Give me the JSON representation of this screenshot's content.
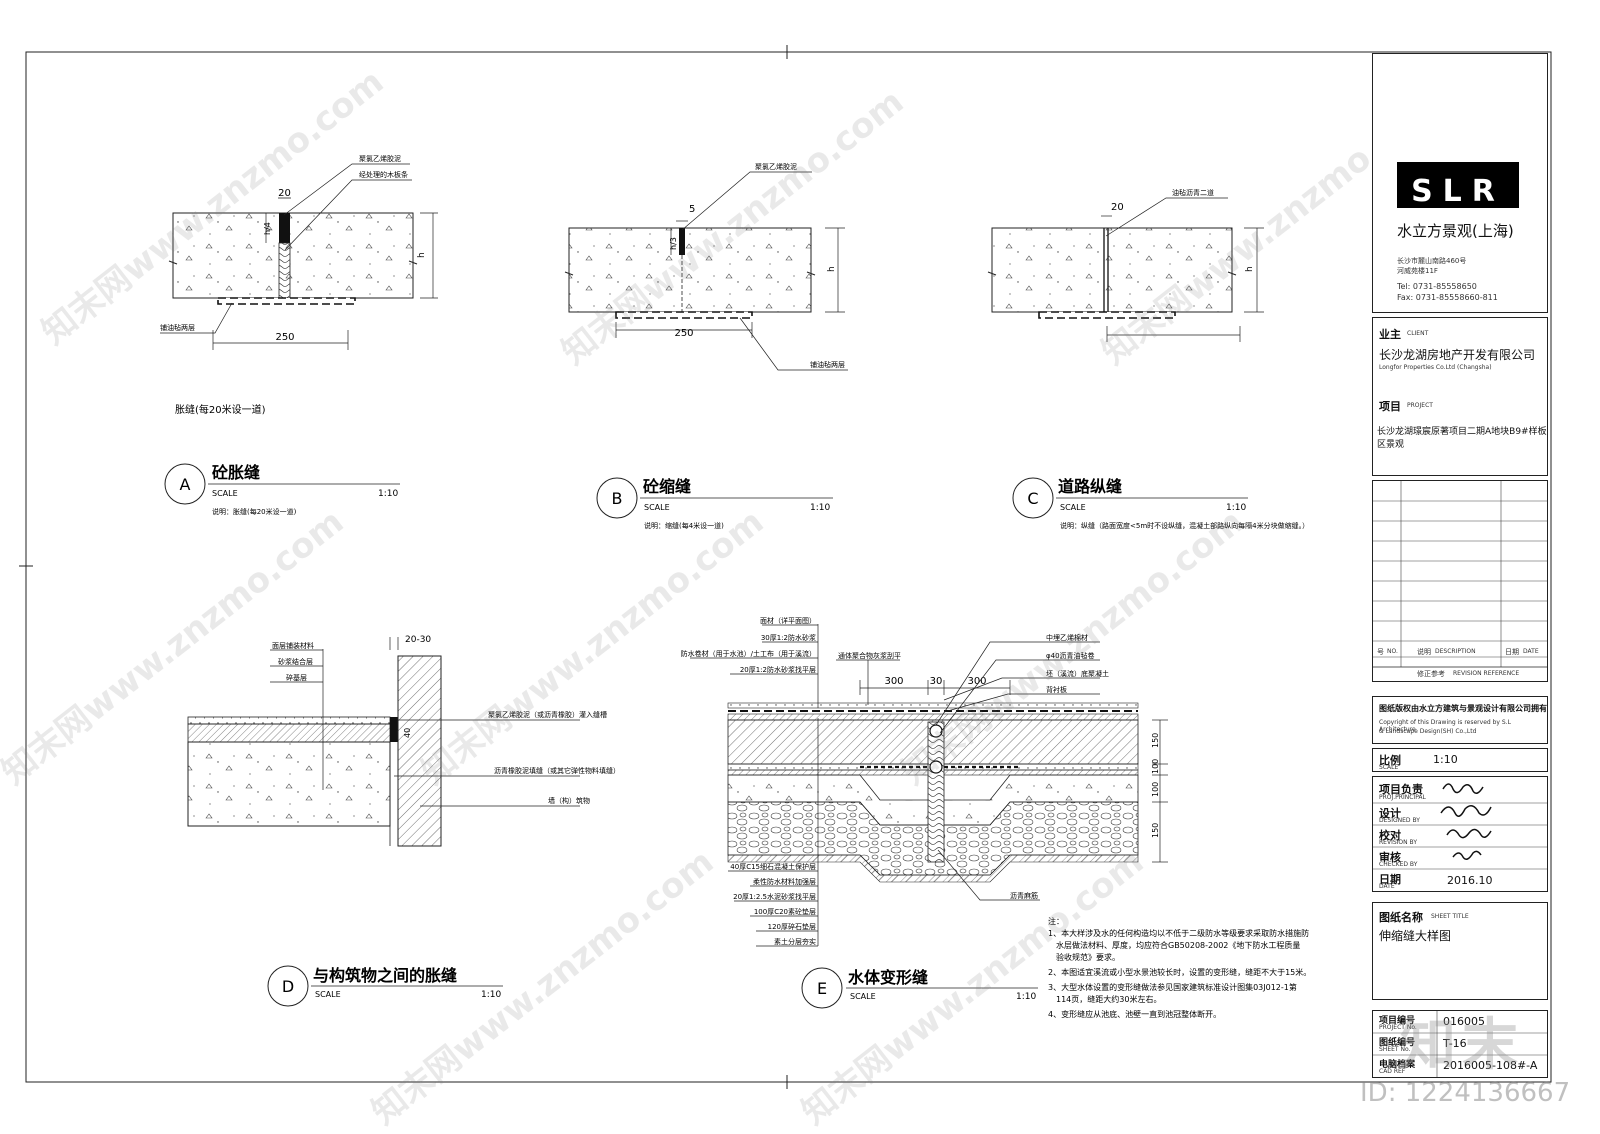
{
  "details": {
    "A": {
      "letter": "A",
      "title": "砼胀缝",
      "scale_word": "SCALE",
      "scale": "1:10",
      "note": "说明：胀缝(每20米设一道)",
      "sub": "胀缝(每20米设一道)",
      "dims": {
        "w": "20",
        "ratio": "h/4",
        "base": "250",
        "h": "h"
      },
      "callouts": [
        "聚氯乙烯胶泥",
        "经处理的木板条",
        "铺油毡两层"
      ]
    },
    "B": {
      "letter": "B",
      "title": "砼缩缝",
      "scale_word": "SCALE",
      "scale": "1:10",
      "note": "说明：缩缝(每4米设一道)",
      "dims": {
        "w": "5",
        "ratio": "h/3",
        "base": "250",
        "h": "h"
      },
      "callouts": [
        "聚氯乙烯胶泥",
        "铺油毡两层"
      ]
    },
    "C": {
      "letter": "C",
      "title": "道路纵缝",
      "scale_word": "SCALE",
      "scale": "1:10",
      "note": "说明：纵缝（路面宽度<5m时不设纵缝，混凝土部路纵向每隔4米分块做缩缝。）",
      "dims": {
        "w": "20",
        "h": "h"
      },
      "callouts": [
        "油毡沥青二道"
      ]
    },
    "D": {
      "letter": "D",
      "title": "与构筑物之间的胀缝",
      "scale_word": "SCALE",
      "scale": "1:10",
      "dims": {
        "gap": "20-30",
        "depth": "40"
      },
      "callouts": [
        "面层铺装材料",
        "砂浆结合层",
        "碎基层",
        "聚氯乙烯胶泥（或沥青橡胶）灌入缝槽",
        "沥青橡胶泥填缝（或其它弹性物料填缝）",
        "墙（构）筑物"
      ]
    },
    "E": {
      "letter": "E",
      "title": "水体变形缝",
      "scale_word": "SCALE",
      "scale": "1:10",
      "dims": {
        "left": "300",
        "mid": "30",
        "right": "300",
        "d1": "150",
        "d2": "100",
        "d3": "100",
        "d4": "150"
      },
      "callouts_top_left": [
        "面材（详平面图）",
        "30厚1:2防水砂浆",
        "防水卷材（用于水池）/土工布（用于溪流）",
        "20厚1:2防水砂浆找平层"
      ],
      "callout_top_mid": "通体聚合物灰浆刮平",
      "callouts_top_right": [
        "中埋乙烯棉材",
        "φ40沥青油毡卷",
        "坯（溪流）底聚凝土",
        "背衬板"
      ],
      "callouts_bottom_left": [
        "40厚C15细石混凝土保护层",
        "柔性防水材料加强层",
        "20厚1:2.5水泥砂浆找平层",
        "100厚C20素砼垫层",
        "120厚碎石垫层",
        "素土分层夯实"
      ],
      "callout_bottom_mid": "沥青麻筋",
      "notes": [
        "注：",
        "1、本大样涉及水的任何构造均以不低于二级防水等级要求采取防水措施防",
        "水层做法材料、厚度，均应符合GB50208-2002《地下防水工程质量",
        "验收规范》要求。",
        "2、本图适宜溪流或小型水景池较长时，设置的变形缝，缝距不大于15米。",
        "3、大型水体设置的变形缝做法参见国家建筑标准设计图集03J012-1第",
        "114页，缝距大约30米左右。",
        "4、变形缝应从池底、池壁一直到池冠整体断开。"
      ]
    }
  },
  "title_block": {
    "logo": "SLR",
    "company": "水立方景观(上海)",
    "address1": "长沙市麓山南路460号",
    "address2": "河威苑楼11F",
    "tel": "Tel: 0731-85558650",
    "fax": "Fax: 0731-85558660-811",
    "client_label": "业主",
    "client_label_en": "CLIENT",
    "client": "长沙龙湖房地产开发有限公司",
    "client_en": "Longfor Properties Co.Ltd (Changsha)",
    "project_label": "项目",
    "project_label_en": "PROJECT",
    "project": "长沙龙湖璟宸原著项目二期A地块B9#样板区景观",
    "rev_no": "号",
    "rev_no_en": "NO.",
    "rev_desc": "说明",
    "rev_desc_en": "DESCRIPTION",
    "rev_date": "日期",
    "rev_date_en": "DATE",
    "rev_ref": "修正参考",
    "rev_ref_en": "REVISION REFERENCE",
    "copyright": "图纸版权由水立方建筑与景观设计有限公司拥有",
    "copyright_en1": "Copyright of this Drawing is reserved by  S.L Architecture",
    "copyright_en2": "& Landscape Design(SH) Co.,Ltd",
    "scale_label": "比例",
    "scale_label_en": "SCALE",
    "scale": "1:10",
    "pic_label": "项目负责",
    "pic_label_en": "PROJ.PRINCIPAL",
    "design_label": "设计",
    "design_label_en": "DESIGNED BY",
    "check_label": "校对",
    "check_label_en": "REVISION BY",
    "review_label": "审核",
    "review_label_en": "CHECKED BY",
    "date_label": "日期",
    "date_label_en": "DATE",
    "date": "2016.10",
    "sheet_title_label": "图纸名称",
    "sheet_title_label_en": "SHEET TITLE",
    "sheet_title": "伸缩缝大样图",
    "proj_no_label": "项目编号",
    "proj_no_label_en": "PROJECT No.",
    "proj_no": "016005",
    "sheet_no_label": "图纸编号",
    "sheet_no_label_en": "SHEET No.",
    "sheet_no": "T-16",
    "cad_label": "电脑档案",
    "cad_label_en": "CAD REF",
    "cad": "2016005-108#-A"
  },
  "watermark": {
    "text": "知末网www.znzmo.com",
    "logo": "知末",
    "id": "ID: 1224136667"
  }
}
